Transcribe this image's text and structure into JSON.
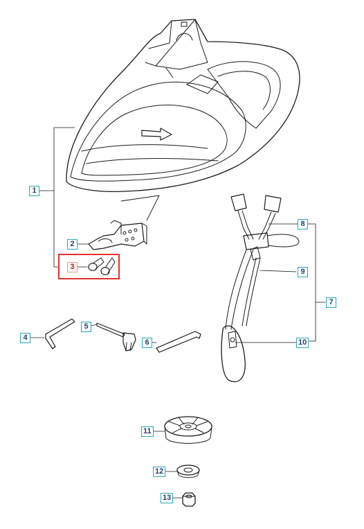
{
  "callouts": [
    {
      "id": "1",
      "label": "1"
    },
    {
      "id": "2",
      "label": "2"
    },
    {
      "id": "3",
      "label": "3",
      "selected": true
    },
    {
      "id": "4",
      "label": "4"
    },
    {
      "id": "5",
      "label": "5"
    },
    {
      "id": "6",
      "label": "6"
    },
    {
      "id": "7",
      "label": "7"
    },
    {
      "id": "8",
      "label": "8"
    },
    {
      "id": "9",
      "label": "9"
    },
    {
      "id": "10",
      "label": "10"
    },
    {
      "id": "11",
      "label": "11"
    },
    {
      "id": "12",
      "label": "12"
    },
    {
      "id": "13",
      "label": "13"
    }
  ],
  "colors": {
    "line": "#1a1a1a",
    "callout_border": "#2aa6b3",
    "callout_text": "#1f3f6e",
    "highlight": "#e03030"
  }
}
